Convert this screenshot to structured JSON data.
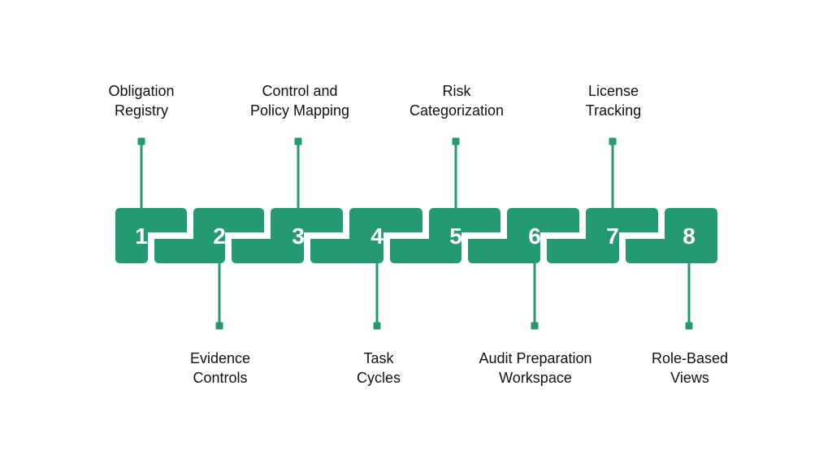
{
  "colors": {
    "block": "#239a70",
    "connector": "#239a70",
    "number_text": "#ffffff",
    "label_text": "#111111",
    "background": "#ffffff"
  },
  "steps": [
    {
      "number": "1",
      "label_line1": "Obligation",
      "label_line2": "Registry",
      "label_position": "top"
    },
    {
      "number": "2",
      "label_line1": "Evidence",
      "label_line2": "Controls",
      "label_position": "bottom"
    },
    {
      "number": "3",
      "label_line1": "Control and",
      "label_line2": "Policy Mapping",
      "label_position": "top"
    },
    {
      "number": "4",
      "label_line1": "Task",
      "label_line2": "Cycles",
      "label_position": "bottom"
    },
    {
      "number": "5",
      "label_line1": "Risk",
      "label_line2": "Categorization",
      "label_position": "top"
    },
    {
      "number": "6",
      "label_line1": "Audit Preparation",
      "label_line2": "Workspace",
      "label_position": "bottom"
    },
    {
      "number": "7",
      "label_line1": "License",
      "label_line2": "Tracking",
      "label_position": "top"
    },
    {
      "number": "8",
      "label_line1": "Role-Based",
      "label_line2": "Views",
      "label_position": "bottom"
    }
  ]
}
